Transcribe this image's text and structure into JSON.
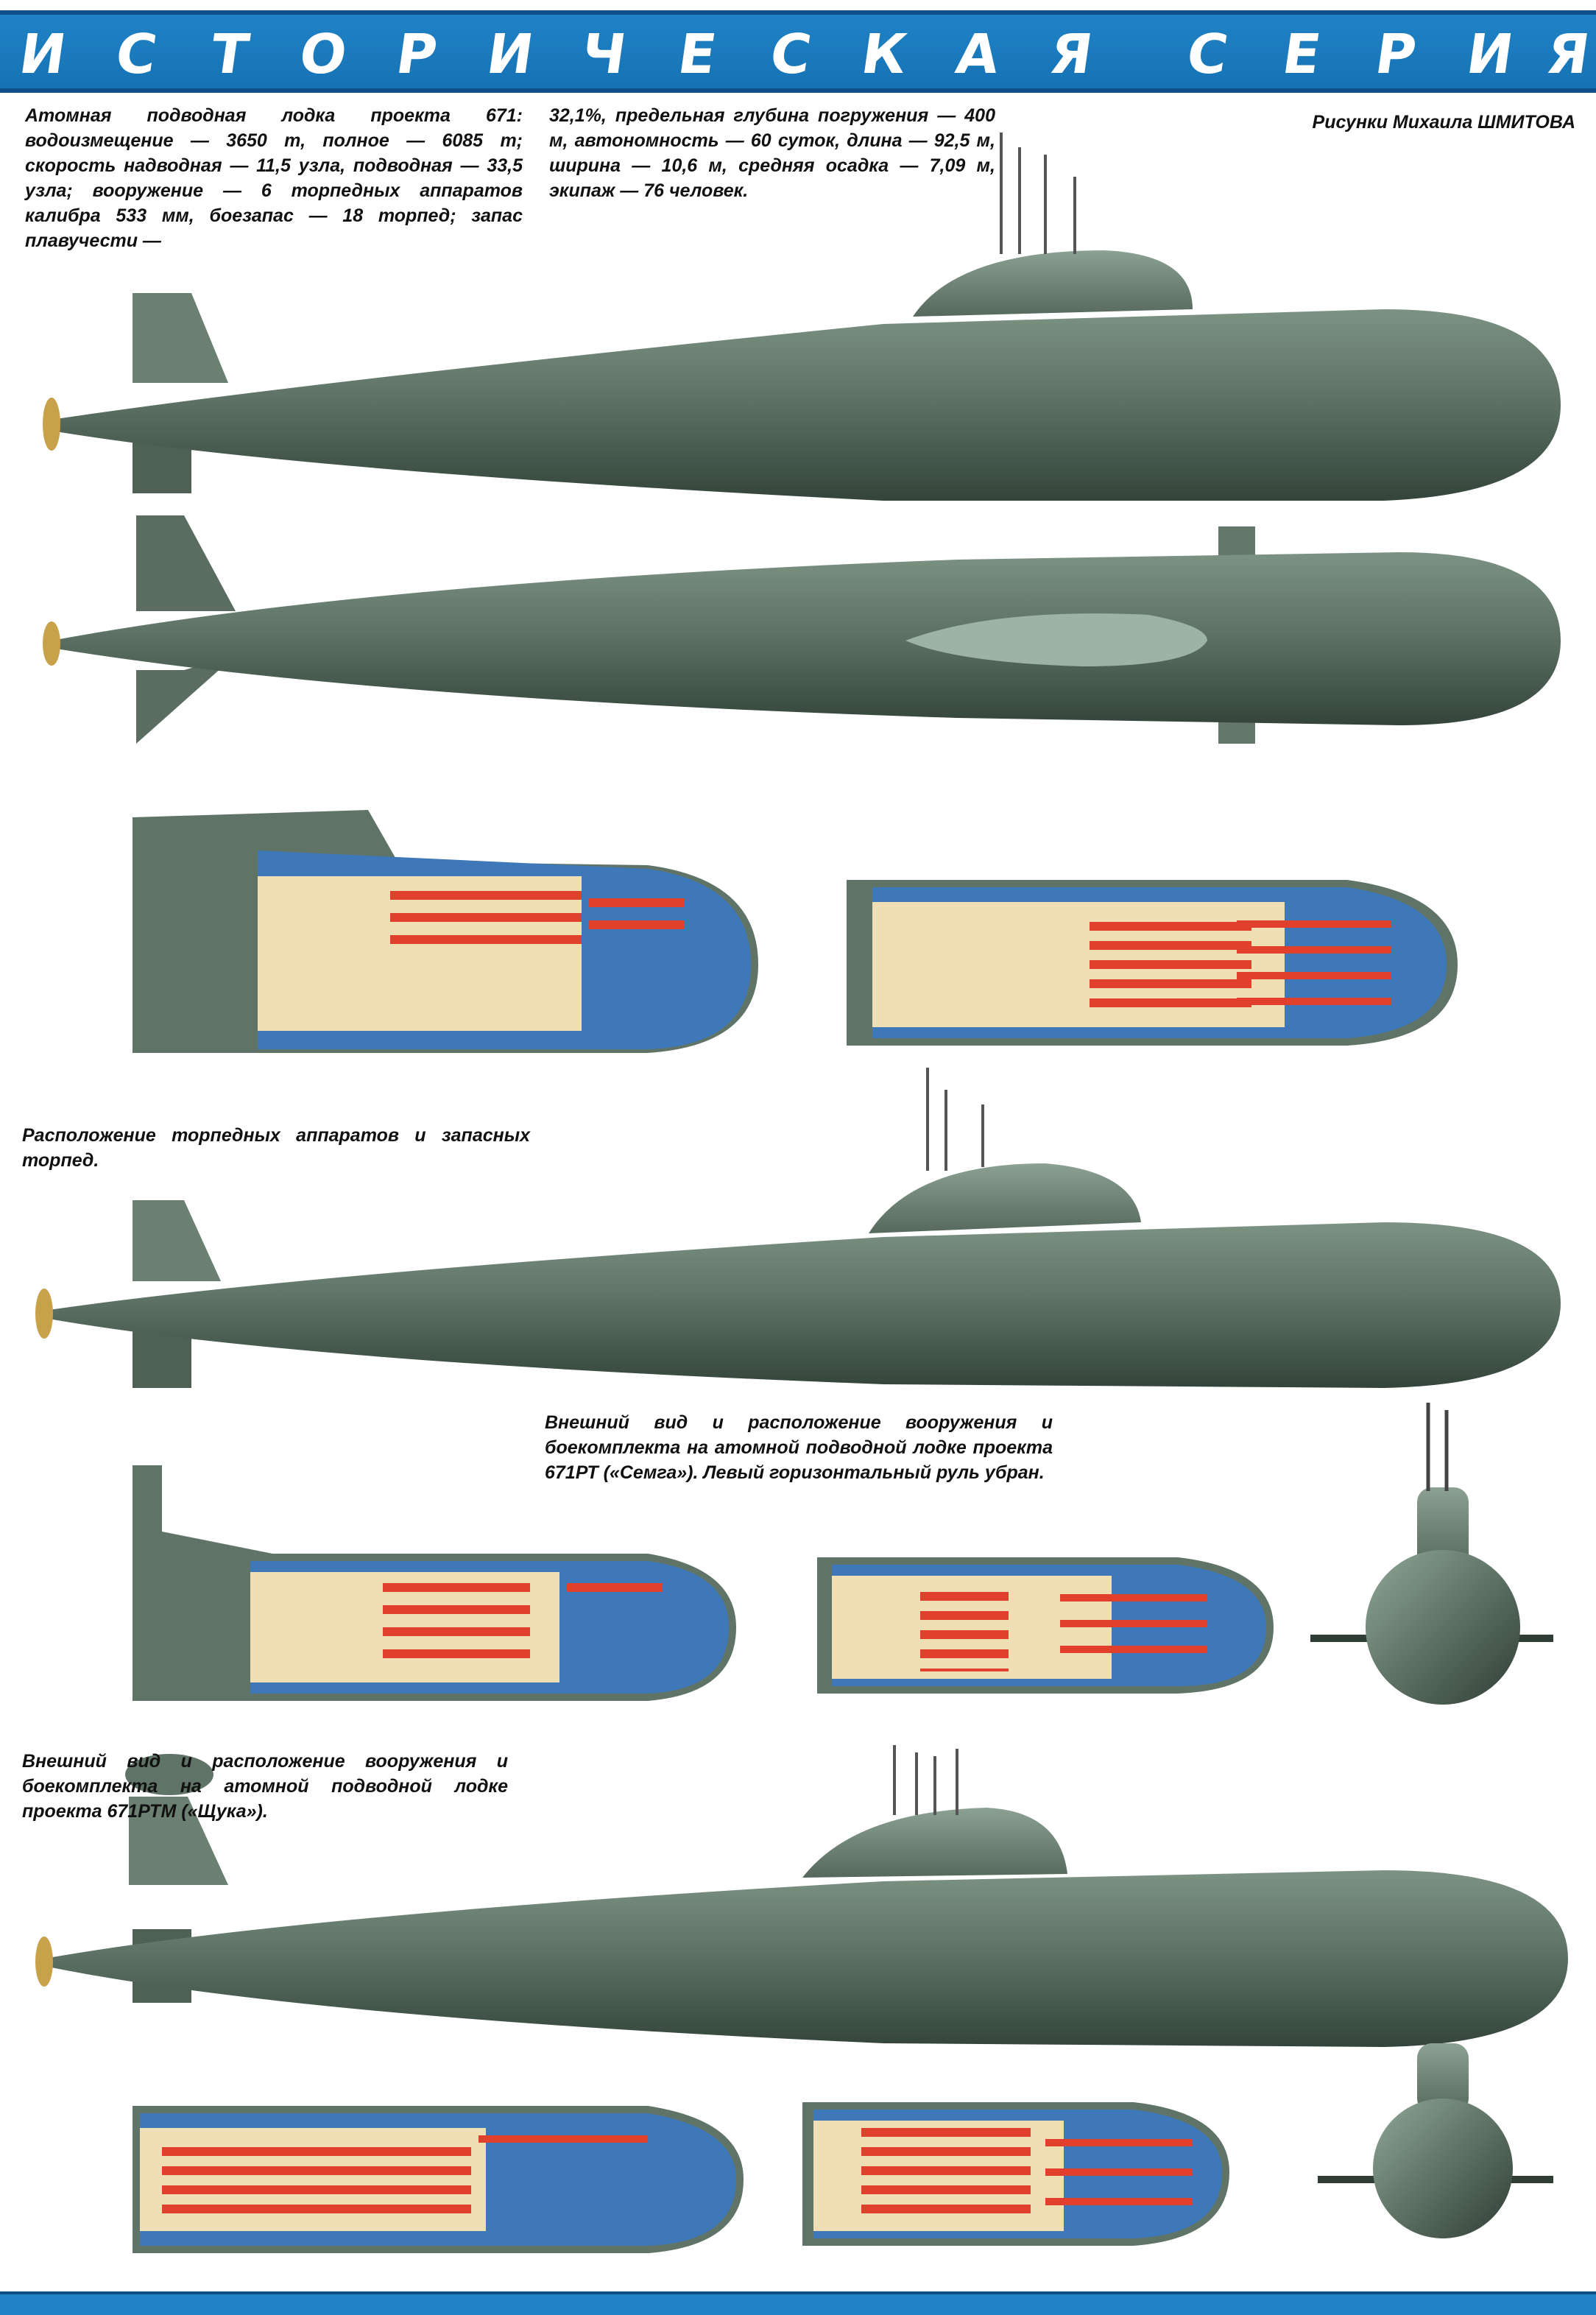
{
  "header": {
    "letters": [
      "И",
      "С",
      "Т",
      "О",
      "Р",
      "И",
      "Ч",
      "Е",
      "С",
      "К",
      "А",
      "Я",
      "С",
      "Е",
      "Р",
      "И",
      "Я"
    ]
  },
  "credit": "Рисунки Михаила ШМИТОВА",
  "intro": {
    "col1": "Атомная подводная лодка проекта 671: водоизмещение — 3650 т, полное — 6085 т; скорость надводная — 11,5 узла, подводная — 33,5 узла; вооружение — 6 торпедных аппаратов калибра 533 мм, боезапас — 18 торпед; запас плавучести —",
    "col2": "32,1%, предельная глубина погружения — 400 м, автономность — 60 суток, длина — 92,5 м, ширина — 10,6 м, средняя осадка — 7,09 м, экипаж — 76 человек."
  },
  "captions": {
    "torpedo_layout": "Расположение торпедных аппаратов и запасных торпед.",
    "rt": "Внешний вид и расположение вооружения и боекомплекта на атомной подводной лодке проекта 671РТ («Семга»). Левый горизонтальный руль убран.",
    "rtm": "Внешний вид и расположение вооружения и боекомплекта на атомной подводной лодке проекта 671РТМ («Щука»)."
  },
  "colors": {
    "header_blue": "#1f83c6",
    "hull_green": "#5f7466",
    "hull_dark": "#3e4f44",
    "interior_blue": "#3f78b8",
    "interior_cream": "#f0dfb4",
    "torpedo_red": "#e0402c",
    "prop_gold": "#c8a24a"
  }
}
